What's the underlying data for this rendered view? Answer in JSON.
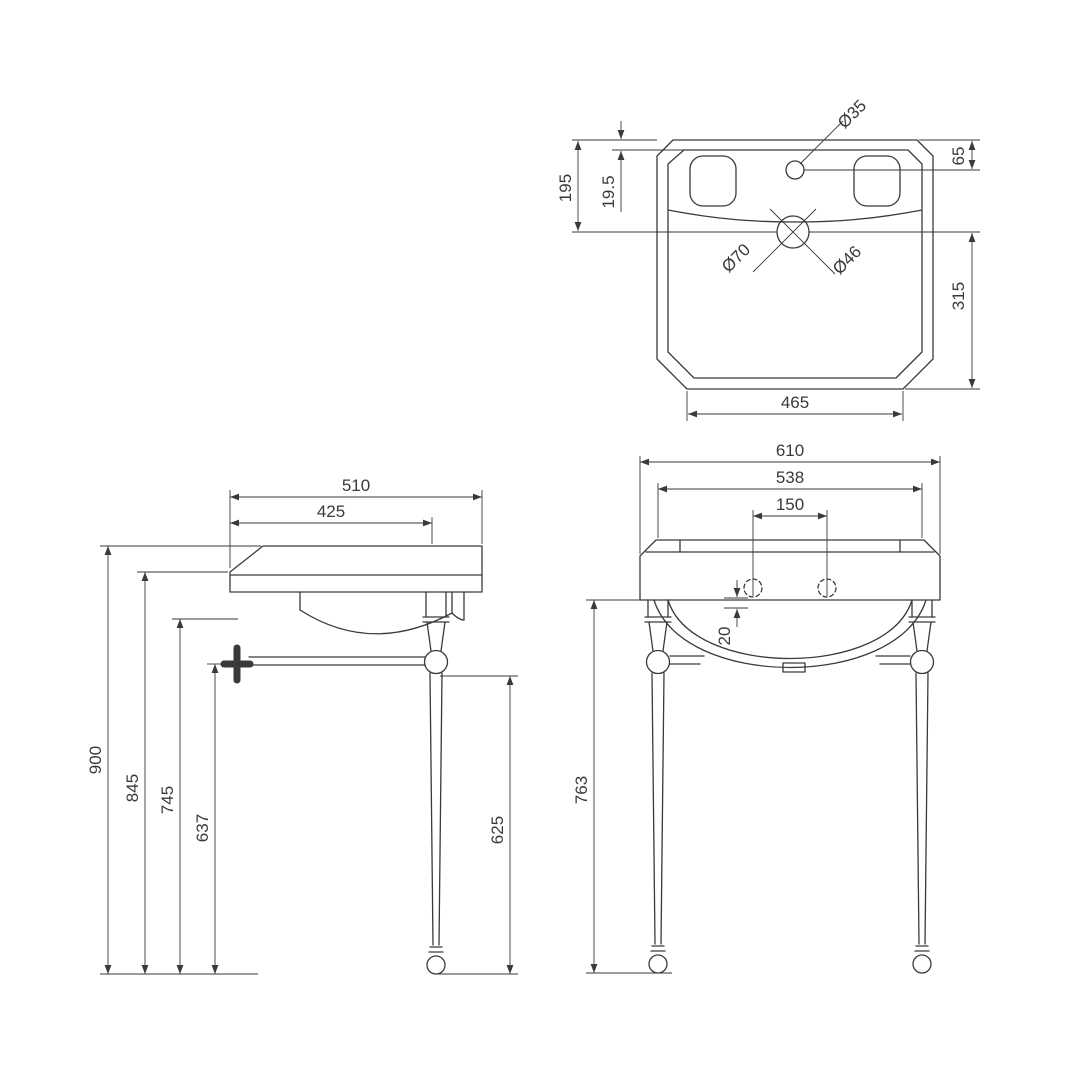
{
  "drawing": {
    "background": "#ffffff",
    "line_color": "#3a3a3a",
    "views": {
      "plan": {
        "dimensions": {
          "tap_hole_diameter": "Ø35",
          "tap_hole_offset": "65",
          "waste_offset_back": "195",
          "rim_thickness": "19.5",
          "overflow_outer_diameter": "Ø70",
          "waste_diameter": "Ø46",
          "bowl_front_depth": "315",
          "bowl_width": "465"
        }
      },
      "side": {
        "dimensions": {
          "overall_depth": "510",
          "leg_setback": "425",
          "overall_height": "900",
          "rim_underside_height": "845",
          "frame_top_height": "745",
          "rail_height_wall": "637",
          "rail_height_leg": "625"
        }
      },
      "front": {
        "dimensions": {
          "overall_width": "610",
          "basin_width": "538",
          "tap_hole_centres": "150",
          "rim_gap": "20",
          "underside_height": "763"
        }
      }
    }
  }
}
